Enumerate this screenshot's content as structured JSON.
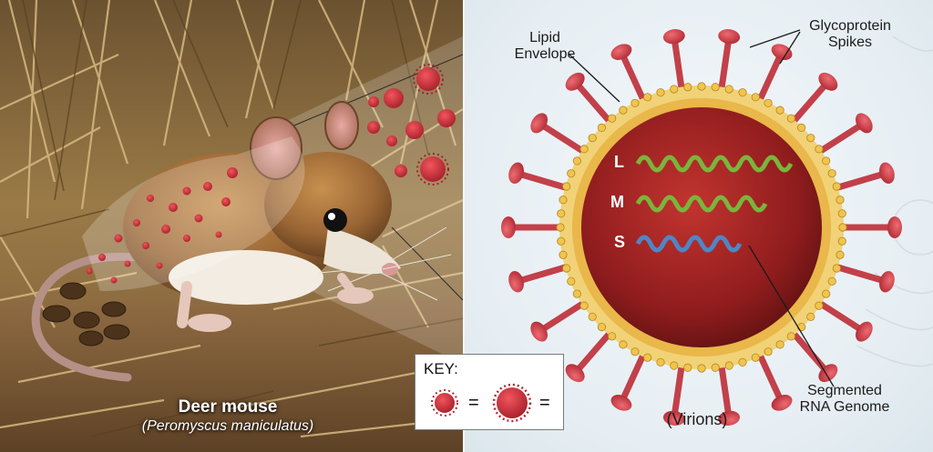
{
  "mouse": {
    "common_name": "Deer mouse",
    "scientific_name": "(Peromyscus maniculatus)"
  },
  "key": {
    "title": "KEY:",
    "equals": "="
  },
  "virion": {
    "label_envelope": "Lipid\nEnvelope",
    "label_spikes": "Glycoprotein\nSpikes",
    "label_genome": "Segmented\nRNA Genome",
    "label_virions": "(Virions)",
    "segments": [
      {
        "name": "L",
        "color": "#6fa83a"
      },
      {
        "name": "M",
        "color": "#6fa83a"
      },
      {
        "name": "S",
        "color": "#4a7fc1"
      }
    ]
  },
  "colors": {
    "virus_red": "#b8323a",
    "envelope_gold": "#e3b23c",
    "core_dark": "#6e1416",
    "grass": "#a8844d"
  },
  "icons": [
    "deer-mouse-illustration",
    "virus-particle-icon",
    "virion-diagram"
  ]
}
